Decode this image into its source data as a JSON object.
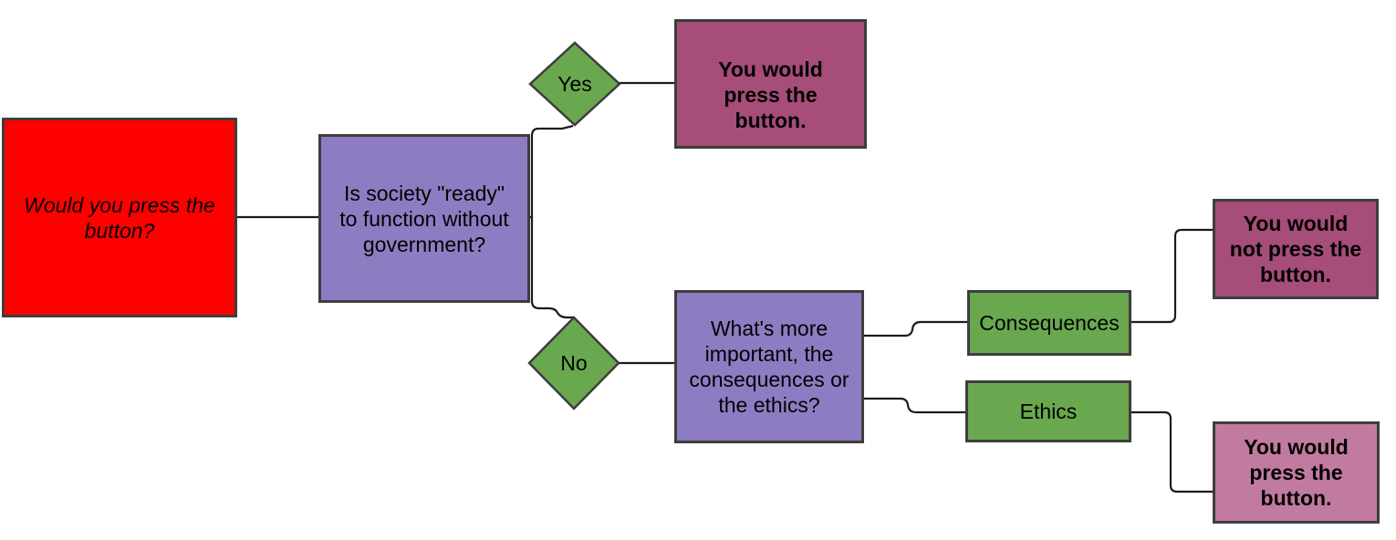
{
  "diagram": {
    "type": "flowchart",
    "nodes": {
      "start": {
        "label": "Would you press the\nbutton?",
        "shape": "rectangle",
        "fill": "#ff0000",
        "text_style": "italic"
      },
      "q1": {
        "label": "Is society \"ready\"\nto function without\ngovernment?",
        "shape": "rectangle",
        "fill": "#8e7cc3"
      },
      "yes": {
        "label": "Yes",
        "shape": "diamond",
        "fill": "#6aa84f"
      },
      "no": {
        "label": "No",
        "shape": "diamond",
        "fill": "#6aa84f"
      },
      "outcome_yes": {
        "label": "You would\npress the\nbutton.",
        "shape": "rectangle",
        "fill": "#a64d79",
        "text_style": "bold"
      },
      "q2": {
        "label": "What's more\nimportant, the\nconsequences or\nthe ethics?",
        "shape": "rectangle",
        "fill": "#8e7cc3"
      },
      "consequences": {
        "label": "Consequences",
        "shape": "rectangle",
        "fill": "#6aa84f"
      },
      "ethics": {
        "label": "Ethics",
        "shape": "rectangle",
        "fill": "#6aa84f"
      },
      "outcome_consequences": {
        "label": "You would\nnot press the\nbutton.",
        "shape": "rectangle",
        "fill": "#a64d79",
        "text_style": "bold"
      },
      "outcome_ethics": {
        "label": "You would\npress the\nbutton.",
        "shape": "rectangle",
        "fill": "#c27ba0",
        "text_style": "bold"
      }
    },
    "edges": [
      {
        "from": "start",
        "to": "q1"
      },
      {
        "from": "q1",
        "to": "yes"
      },
      {
        "from": "yes",
        "to": "outcome_yes"
      },
      {
        "from": "q1",
        "to": "no"
      },
      {
        "from": "no",
        "to": "q2"
      },
      {
        "from": "q2",
        "to": "consequences"
      },
      {
        "from": "consequences",
        "to": "outcome_consequences"
      },
      {
        "from": "q2",
        "to": "ethics"
      },
      {
        "from": "ethics",
        "to": "outcome_ethics"
      }
    ],
    "colors": {
      "start_fill": "#ff0000",
      "question_fill": "#8e7cc3",
      "decision_fill": "#6aa84f",
      "outcome_dark_fill": "#a64d79",
      "outcome_light_fill": "#c27ba0",
      "shape_border": "#3d3d3d",
      "connector": "#1c1c1c",
      "text": "#000000",
      "background": "#ffffff"
    }
  }
}
